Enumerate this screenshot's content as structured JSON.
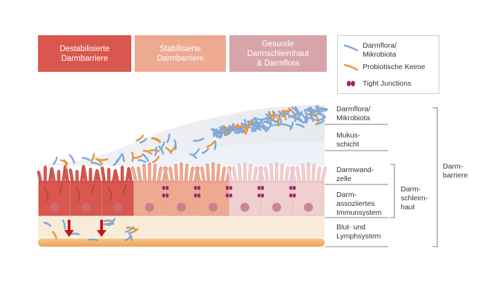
{
  "header_boxes": [
    {
      "label": "Destabilisierte\nDarmbarriere",
      "color": "#d9574f"
    },
    {
      "label": "Stabilisierte\nDarmbarriere",
      "color": "#eea991"
    },
    {
      "label": "Gesunde\nDarmschleimhaut\n& Darmflora",
      "color": "#d7a4aa"
    }
  ],
  "legend": {
    "microbiota": {
      "label": "Darmflora/\nMikrobiota",
      "color": "#7fa9d9",
      "icon": "blue-rod-icon"
    },
    "probiotics": {
      "label": "Probiotische Keime",
      "color": "#e8953f",
      "icon": "orange-rod-icon"
    },
    "tight_junctions": {
      "label": "Tight Junctions",
      "color": "#9c2b6f",
      "icon": "tight-junction-icon"
    }
  },
  "layer_labels": {
    "microbiota": "Darmflora/\nMikrobiota",
    "mucus": "Mukus-\nschicht",
    "epithelial": "Darmwand-\nzelle",
    "immune": "Darm-\nassoziiertes\nImmunsystem",
    "blood": "Blut- und\nLymphsystem"
  },
  "bracket_labels": {
    "mucosa": "Darm-\nschleim-\nhaut",
    "barrier": "Darm-\nbarriere"
  },
  "colors": {
    "damaged_cell": "#d9574f",
    "stable_cell": "#eea991",
    "healthy_cell": "#f1cfcf",
    "nucleus": "#c4788a",
    "blood_band": "#f1b26a",
    "immune_band": "#f8ecd9",
    "mucus": "#e6ebf3",
    "arrow": "#c4161c"
  }
}
